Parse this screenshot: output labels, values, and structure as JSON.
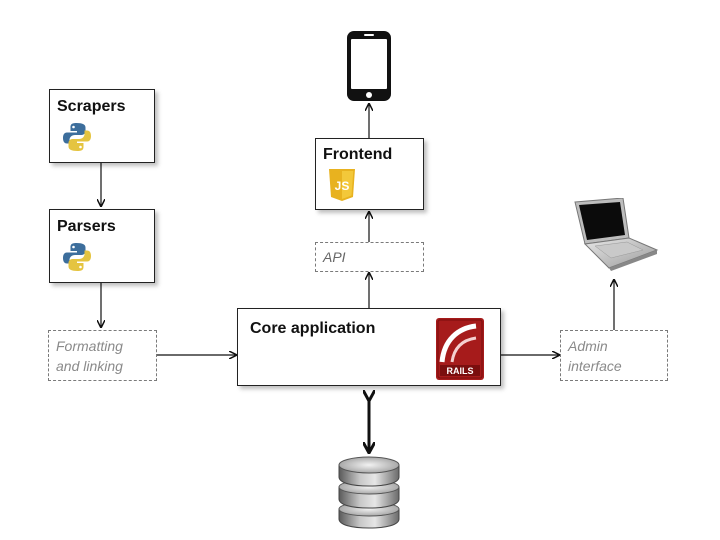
{
  "nodes": {
    "scrapers": {
      "label": "Scrapers",
      "icon": "python-logo-icon"
    },
    "parsers": {
      "label": "Parsers",
      "icon": "python-logo-icon"
    },
    "formatting": {
      "line1": "Formatting",
      "line2": "and linking"
    },
    "core": {
      "label": "Core application",
      "icon": "rails-logo-icon",
      "logo_text": "RAILS"
    },
    "api": {
      "label": "API"
    },
    "frontend": {
      "label": "Frontend",
      "icon": "javascript-logo-icon",
      "logo_text": "JS"
    },
    "admin": {
      "line1": "Admin",
      "line2": "interface"
    },
    "phone": {
      "icon": "smartphone-icon"
    },
    "laptop": {
      "icon": "laptop-icon"
    },
    "database": {
      "icon": "database-icon"
    }
  },
  "colors": {
    "rails_red": "#a61b1b",
    "js_yellow": "#e8b21f",
    "python_blue": "#3d6e9c",
    "python_yellow": "#e5c440"
  }
}
